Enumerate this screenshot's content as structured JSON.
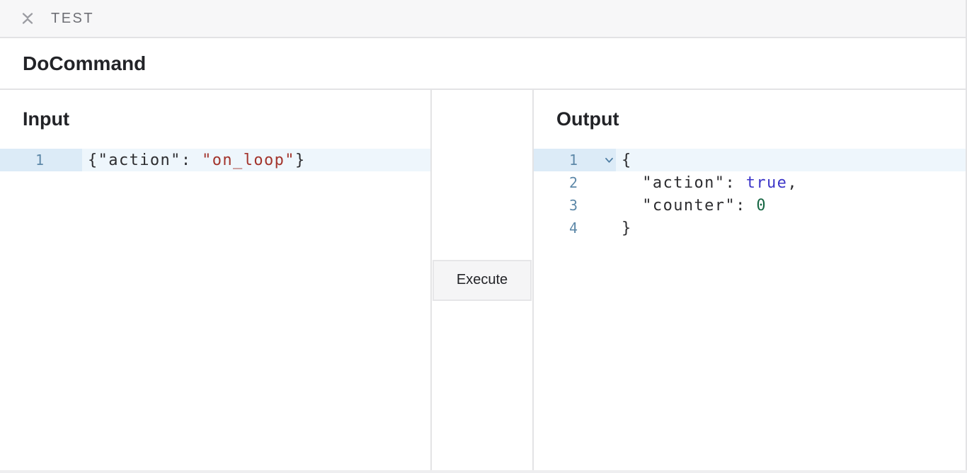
{
  "topbar": {
    "title": "TEST",
    "collapse_icon": "collapse-vertical-icon"
  },
  "page_header": {
    "title": "DoCommand"
  },
  "panels": {
    "input": {
      "title": "Input",
      "editor": {
        "lines": [
          {
            "number": "1",
            "active": true,
            "foldable": false,
            "tokens": [
              {
                "text": "{",
                "type": "plain"
              },
              {
                "text": "\"action\"",
                "type": "plain"
              },
              {
                "text": ": ",
                "type": "plain"
              },
              {
                "text": "\"on_loop\"",
                "type": "string"
              },
              {
                "text": "}",
                "type": "plain"
              }
            ]
          }
        ]
      }
    },
    "output": {
      "title": "Output",
      "editor": {
        "lines": [
          {
            "number": "1",
            "active": true,
            "foldable": true,
            "tokens": [
              {
                "text": "{",
                "type": "plain"
              }
            ]
          },
          {
            "number": "2",
            "active": false,
            "foldable": false,
            "tokens": [
              {
                "text": "  \"action\"",
                "type": "plain"
              },
              {
                "text": ": ",
                "type": "plain"
              },
              {
                "text": "true",
                "type": "atom"
              },
              {
                "text": ",",
                "type": "plain"
              }
            ]
          },
          {
            "number": "3",
            "active": false,
            "foldable": false,
            "tokens": [
              {
                "text": "  \"counter\"",
                "type": "plain"
              },
              {
                "text": ": ",
                "type": "plain"
              },
              {
                "text": "0",
                "type": "number"
              }
            ]
          },
          {
            "number": "4",
            "active": false,
            "foldable": false,
            "tokens": [
              {
                "text": "}",
                "type": "plain"
              }
            ]
          }
        ]
      }
    }
  },
  "actions": {
    "execute_label": "Execute"
  },
  "colors": {
    "page_bg": "#eeeef0",
    "topbar_bg": "#f7f7f8",
    "border": "#e3e3e5",
    "text_primary": "#222327",
    "text_muted": "#6e6f75",
    "icon_gray": "#9b9ca2",
    "line_number": "#5d88a8",
    "gutter_active_bg": "#dcebf7",
    "line_active_bg": "#eef6fc",
    "code_plain": "#2d2d30",
    "code_string": "#a3342c",
    "code_atom": "#3c35c8",
    "code_number": "#186845",
    "fold_icon": "#4d7da3",
    "button_bg": "#f5f5f6",
    "button_border": "#e6e6e8"
  }
}
